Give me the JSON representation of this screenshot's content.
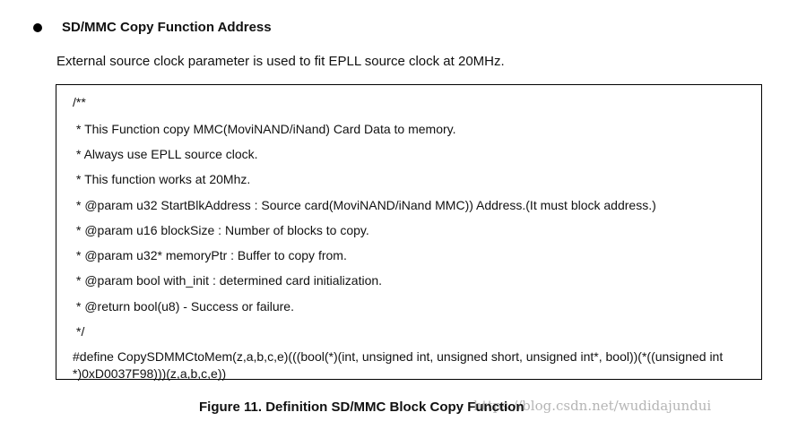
{
  "heading": "SD/MMC Copy Function Address",
  "paragraph": "External source clock parameter is used to fit EPLL source clock at 20MHz.",
  "code": {
    "lines": [
      "/**",
      " * This Function copy MMC(MoviNAND/iNand) Card Data to memory.",
      " * Always use EPLL source clock.",
      " * This function works at 20Mhz.",
      " * @param u32 StartBlkAddress : Source card(MoviNAND/iNand MMC)) Address.(It must block address.)",
      " * @param u16 blockSize : Number of blocks to copy.",
      " * @param u32* memoryPtr : Buffer to copy from.",
      " * @param bool with_init : determined card initialization.",
      " * @return bool(u8) - Success or failure.",
      " */"
    ],
    "define": "#define CopySDMMCtoMem(z,a,b,c,e)(((bool(*)(int, unsigned int, unsigned short, unsigned int*, bool))(*((unsigned int *)0xD0037F98)))(z,a,b,c,e))"
  },
  "caption": "Figure 11. Definition SD/MMC Block Copy Function",
  "watermark": "https://blog.csdn.net/wudidajundui"
}
